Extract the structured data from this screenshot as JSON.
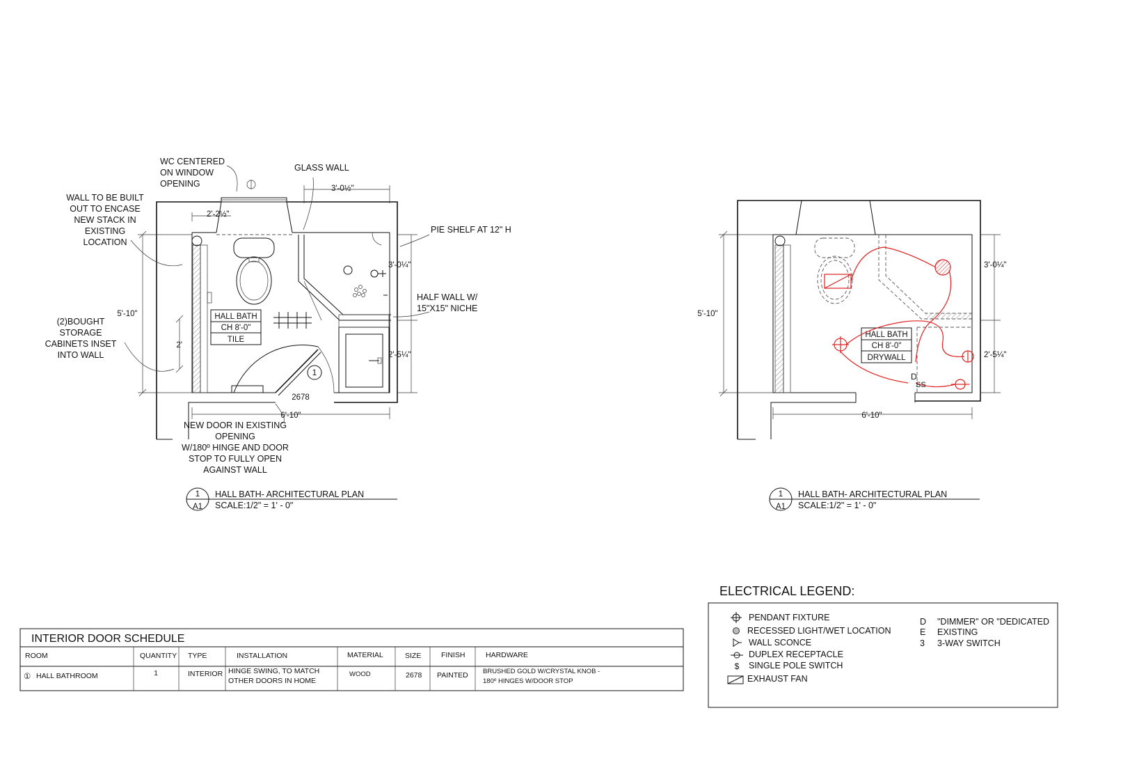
{
  "plan_left": {
    "notes": {
      "wc_centered": [
        "WC CENTERED",
        "ON WINDOW",
        "OPENING"
      ],
      "glass_wall": "GLASS WALL",
      "wall_built_out": [
        "WALL TO BE BUILT",
        "OUT TO ENCASE",
        "NEW STACK IN",
        "EXISTING",
        "LOCATION"
      ],
      "pie_shelf": "PIE SHELF AT 12\" H",
      "half_wall": [
        "HALF WALL W/",
        "15\"X15\" NICHE"
      ],
      "storage_cabinets": [
        "(2)BOUGHT",
        "STORAGE",
        "CABINETS INSET",
        "INTO WALL"
      ],
      "new_door": [
        "NEW DOOR IN EXISTING",
        "OPENING",
        "W/180º HINGE AND DOOR",
        "STOP TO FULLY OPEN",
        "AGAINST WALL"
      ]
    },
    "room_tag": [
      "HALL BATH",
      "CH 8'-0\"",
      "TILE"
    ],
    "dimensions": {
      "top_right": "3'-0½\"",
      "top_left": "2'-2½\"",
      "height": "5'-10\"",
      "cabinet": "2'",
      "right_upper": "3'-0¼\"",
      "right_lower": "2'-5¼\"",
      "width": "6'-10\"",
      "door_size": "2678"
    },
    "door_tag": "1",
    "title_number": "1",
    "title_sheet": "A1",
    "title": "HALL BATH- ARCHITECTURAL PLAN",
    "scale": "SCALE:1/2\" = 1' - 0\""
  },
  "plan_right": {
    "room_tag": [
      "HALL BATH",
      "CH 8'-0\"",
      "DRYWALL"
    ],
    "dimensions": {
      "height": "5'-10\"",
      "right_upper": "3'-0¼\"",
      "right_lower": "2'-5¼\"",
      "width": "6'-10\""
    },
    "switch_marks": {
      "dimmer": "D",
      "switches": "SS"
    },
    "title_number": "1",
    "title_sheet": "A1",
    "title": "HALL BATH- ARCHITECTURAL PLAN",
    "scale": "SCALE:1/2\" = 1' - 0\""
  },
  "door_schedule": {
    "title": "INTERIOR DOOR SCHEDULE",
    "headers": [
      "ROOM",
      "QUANTITY",
      "TYPE",
      "INSTALLATION",
      "MATERIAL",
      "SIZE",
      "FINISH",
      "HARDWARE"
    ],
    "row": {
      "room_mark": "①",
      "room": "HALL BATHROOM",
      "quantity": "1",
      "type": "INTERIOR",
      "installation": [
        "HINGE SWING, TO MATCH",
        "OTHER DOORS IN HOME"
      ],
      "material": "WOOD",
      "size": "2678",
      "finish": "PAINTED",
      "hardware": [
        "BRUSHED GOLD W/CRYSTAL KNOB -",
        "180º HINGES W/DOOR STOP"
      ]
    }
  },
  "electrical_legend": {
    "title": "ELECTRICAL  LEGEND:",
    "left_items": [
      {
        "icon": "pendant-fixture-icon",
        "label": "PENDANT FIXTURE"
      },
      {
        "icon": "recessed-light-icon",
        "label": "RECESSED LIGHT/WET LOCATION"
      },
      {
        "icon": "wall-sconce-icon",
        "label": "WALL SCONCE"
      },
      {
        "icon": "duplex-receptacle-icon",
        "label": "DUPLEX RECEPTACLE"
      },
      {
        "icon": "single-pole-switch-icon",
        "label": "SINGLE POLE SWITCH"
      },
      {
        "icon": "exhaust-fan-icon",
        "label": "EXHAUST FAN"
      }
    ],
    "right_items": [
      {
        "key": "D",
        "label": "\"DIMMER\" OR \"DEDICATED"
      },
      {
        "key": "E",
        "label": "EXISTING"
      },
      {
        "key": "3",
        "label": "3-WAY SWITCH"
      }
    ],
    "symbols": {
      "switch_glyph": "$"
    }
  },
  "colors": {
    "ink": "#111111",
    "circuit": "#e02020",
    "paper": "#ffffff"
  }
}
